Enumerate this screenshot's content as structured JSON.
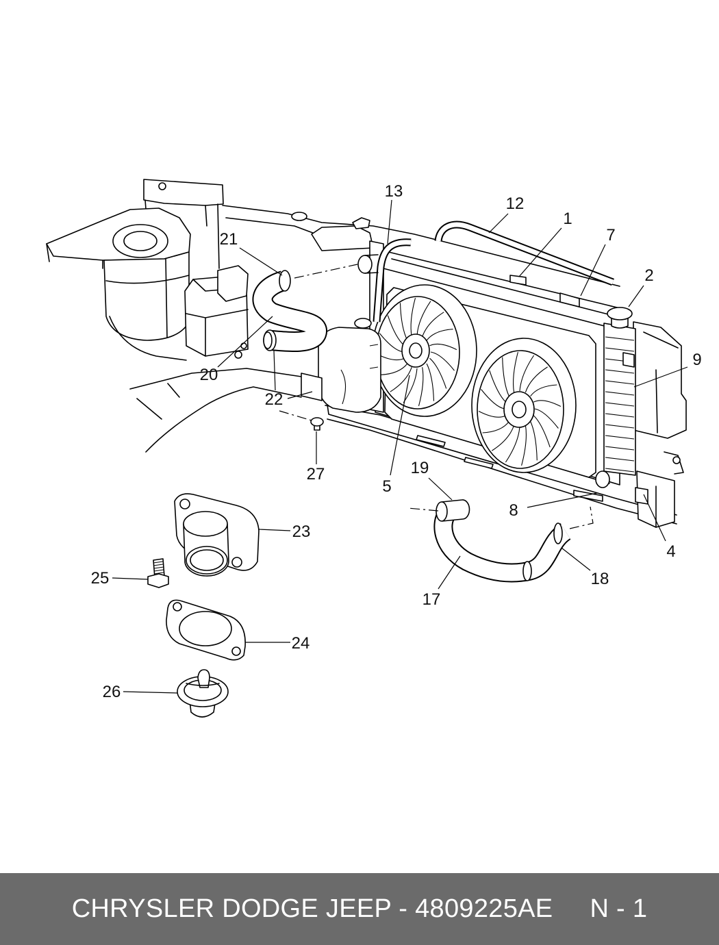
{
  "labels": {
    "p1": "1",
    "p2": "2",
    "p4": "4",
    "p5": "5",
    "p7": "7",
    "p8": "8",
    "p9": "9",
    "p12": "12",
    "p13": "13",
    "p17": "17",
    "p18": "18",
    "p19": "19",
    "p20": "20",
    "p21": "21",
    "p22": "22",
    "p23": "23",
    "p24": "24",
    "p25": "25",
    "p26": "26",
    "p27": "27"
  },
  "footer": {
    "title": "CHRYSLER DODGE JEEP - 4809225AE",
    "page": "N - 1"
  }
}
